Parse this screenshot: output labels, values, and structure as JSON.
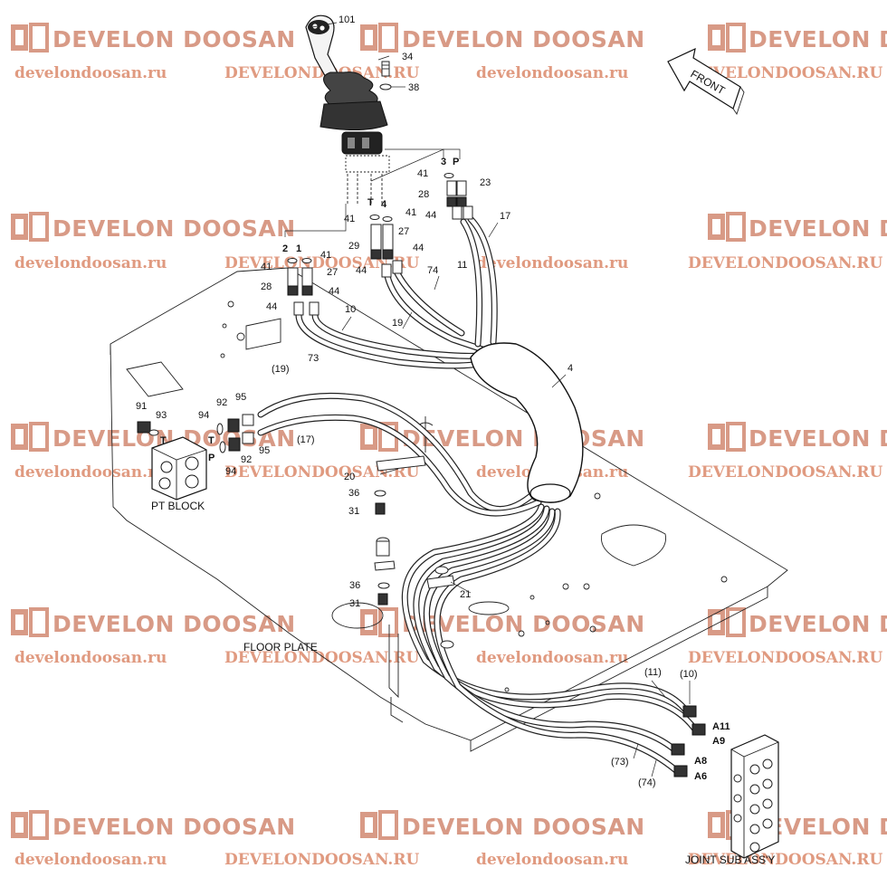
{
  "watermark": {
    "brand": "DEVELON DOOSAN",
    "url_lower": "develondoosan.ru",
    "url_upper": "DEVELONDOOSAN.RU",
    "color": "#d89a86"
  },
  "direction": {
    "label": "FRONT"
  },
  "captions": {
    "pt_block": "PT BLOCK",
    "floor_plate": "FLOOR PLATE",
    "joint": "JOINT SUB ASS'Y"
  },
  "ports": {
    "p3": "3",
    "pP": "P",
    "pT": "T",
    "p4": "4",
    "p2": "2",
    "p1": "1",
    "blk_T": "T",
    "blk_P": "P",
    "blk_T2": "T",
    "a11": "A11",
    "a9": "A9",
    "a8": "A8",
    "a6": "A6"
  },
  "callouts": {
    "c101": "101",
    "c34": "34",
    "c38": "38",
    "c41a": "41",
    "c23": "23",
    "c28a": "28",
    "c41b": "41",
    "c41c": "41",
    "c44a": "44",
    "c17": "17",
    "c29": "29",
    "c27a": "27",
    "c44b": "44",
    "c11": "11",
    "c74": "74",
    "c44c": "44",
    "c41d": "41",
    "c41e": "41",
    "c27b": "27",
    "c28b": "28",
    "c44d": "44",
    "c44e": "44",
    "c10": "10",
    "c19": "19",
    "c73": "73",
    "c4": "4",
    "c19p": "(19)",
    "c17p": "(17)",
    "c91": "91",
    "c93": "93",
    "c92a": "92",
    "c95a": "95",
    "c94a": "94",
    "c95b": "95",
    "c92b": "92",
    "c94b": "94",
    "c20": "20",
    "c36a": "36",
    "c31a": "31",
    "c36b": "36",
    "c31b": "31",
    "c21": "21",
    "c11p": "(11)",
    "c10p": "(10)",
    "c73p": "(73)",
    "c74p": "(74)"
  }
}
